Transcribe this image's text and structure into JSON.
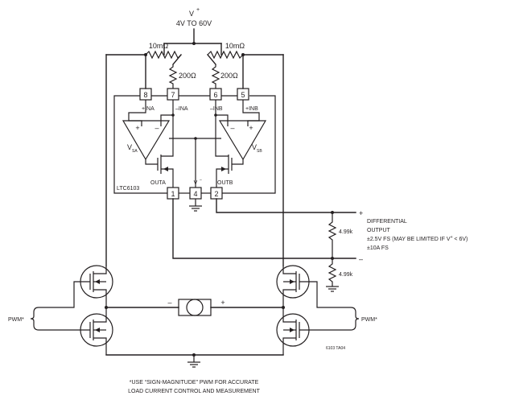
{
  "supply": {
    "symbol": "V",
    "superscript": "+",
    "range": "4V TO 60V"
  },
  "sense_resistors": {
    "a": "10mΩ",
    "b": "10mΩ"
  },
  "gain_resistors": {
    "a": "200Ω",
    "b": "200Ω"
  },
  "pins": {
    "p8": "8",
    "p7": "7",
    "p6": "6",
    "p5": "5",
    "p1": "1",
    "p4": "4",
    "p2": "2"
  },
  "pin_labels": {
    "pos_ina": "+INA",
    "neg_ina": "–INA",
    "neg_inb": "–INB",
    "pos_inb": "+INB"
  },
  "amplifiers": {
    "a": {
      "name": "V",
      "sub": "SA"
    },
    "b": {
      "name": "V",
      "sub": "SB"
    }
  },
  "outputs": {
    "a": "OUTA",
    "b": "OUTB",
    "vminus": "V",
    "vminus_sup": "–"
  },
  "chip": {
    "part": "LTC6103"
  },
  "op_signs": {
    "plus": "+",
    "minus": "–"
  },
  "output_network": {
    "plus": "+",
    "minus": "–",
    "label_line1": "DIFFERENTIAL",
    "label_line2": "OUTPUT",
    "label_line3": "±2.5V FS (MAY BE LIMITED IF V",
    "label_line3_sup": "+",
    "label_line3_tail": " < 6V)",
    "label_line4": "±10A FS",
    "r1": "4.99k",
    "r2": "4.99k"
  },
  "motor": {
    "minus": "–",
    "plus": "+"
  },
  "pwm": {
    "left": "PWM*",
    "right": "PWM*"
  },
  "figure_code": "6103 TA04",
  "footnote": {
    "line1": "*USE “SIGN-MAGNITUDE” PWM FOR ACCURATE",
    "line2": "LOAD CURRENT CONTROL AND MEASUREMENT"
  }
}
